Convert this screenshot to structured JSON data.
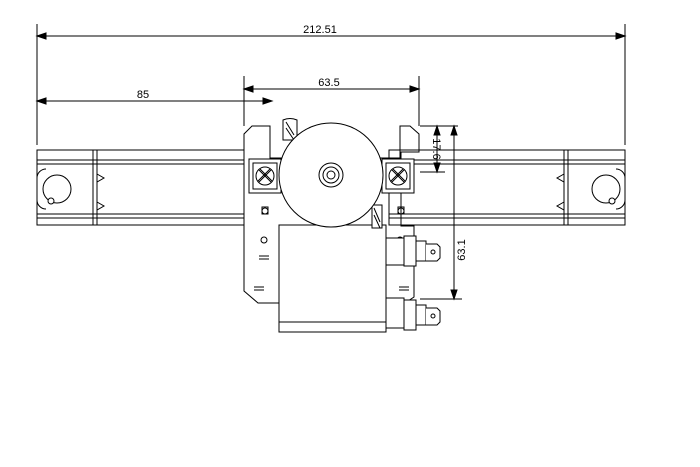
{
  "dimensions": {
    "overall_width": "212.51",
    "offset_left": "85",
    "mount_width": "63.5",
    "shaft_offset": "17.6",
    "height": "63.1"
  },
  "colors": {
    "line": "#000000",
    "background": "#ffffff"
  }
}
